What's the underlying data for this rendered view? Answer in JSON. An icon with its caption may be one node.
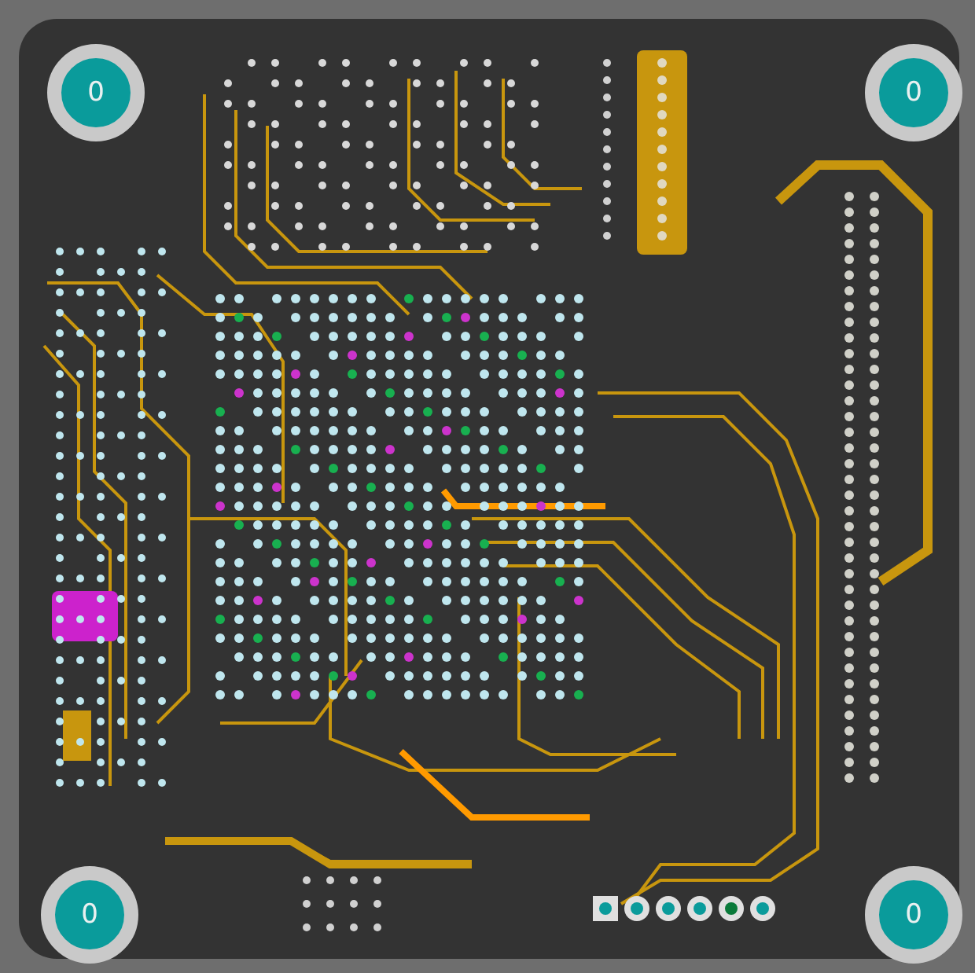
{
  "diagram": {
    "nodes": [
      {
        "text": [
          "0"
        ]
      },
      {
        "text": [
          "0"
        ]
      },
      {
        "text": [
          "0"
        ]
      },
      {
        "text": [
          "0"
        ]
      }
    ]
  }
}
